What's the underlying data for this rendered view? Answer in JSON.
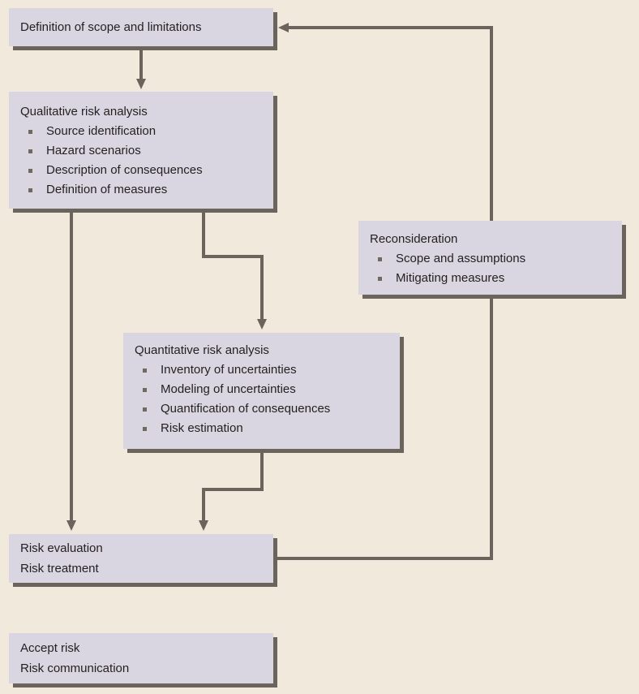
{
  "diagram": {
    "colors": {
      "background": "#f2e9dd",
      "box_fill": "#d9d6e1",
      "shadow_and_lines": "#6b645c",
      "text": "#231f20",
      "bullet": "#6f6962"
    },
    "nodes": {
      "scope": {
        "title": "Definition of scope and limitations",
        "items": []
      },
      "qualitative": {
        "title": "Qualitative risk analysis",
        "items": [
          "Source identification",
          "Hazard scenarios",
          "Description of consequences",
          "Definition of measures"
        ]
      },
      "reconsideration": {
        "title": "Reconsideration",
        "items": [
          "Scope and assumptions",
          "Mitigating measures"
        ]
      },
      "quantitative": {
        "title": "Quantitative risk analysis",
        "items": [
          "Inventory of uncertainties",
          "Modeling of uncertainties",
          "Quantification of consequences",
          "Risk estimation"
        ]
      },
      "evaluation": {
        "lines": [
          "Risk evaluation",
          "Risk treatment"
        ]
      },
      "accept": {
        "lines": [
          "Accept risk",
          "Risk communication"
        ]
      }
    },
    "edges": [
      {
        "from": "scope",
        "to": "qualitative"
      },
      {
        "from": "qualitative",
        "to": "evaluation"
      },
      {
        "from": "qualitative",
        "to": "quantitative"
      },
      {
        "from": "quantitative",
        "to": "evaluation"
      },
      {
        "from": "evaluation",
        "to": "reconsideration"
      },
      {
        "from": "reconsideration",
        "to": "scope"
      }
    ]
  }
}
